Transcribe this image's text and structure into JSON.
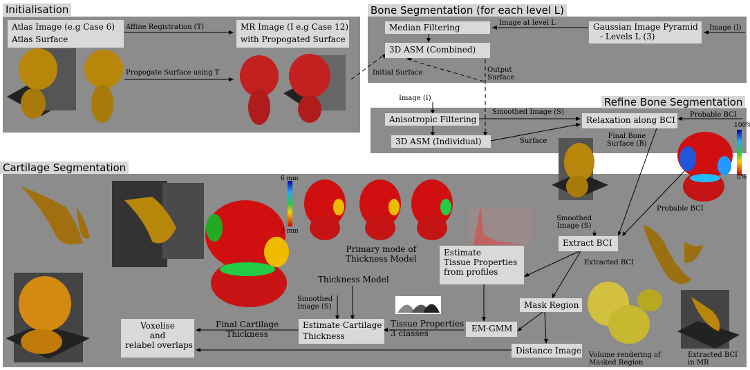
{
  "headers": {
    "initialisation": "Initialisation",
    "bone_segmentation": "Bone Segmentation (for each level L)",
    "refine_bone": "Refine Bone Segmentation",
    "cartilage_segmentation": "Cartilage Segmentation"
  },
  "boxes": {
    "atlas": [
      "Atlas Image (e.g Case 6)",
      "Atlas Surface"
    ],
    "mr_image": [
      "MR Image (I e.g Case 12)",
      "with Propogated Surface"
    ],
    "median_filtering": "Median Filtering",
    "gaussian_pyramid": [
      "Gaussian Image Pyramid",
      " - Levels L (3)"
    ],
    "asm_combined": "3D ASM (Combined)",
    "anisotropic_filtering": "Anisotropic Filtering",
    "asm_individual": "3D ASM (Individual)",
    "relaxation_bci": "Relaxation along BCI",
    "extract_bci": "Extract BCI",
    "estimate_tissue": [
      "Estimate",
      "Tissue Properties",
      "from profiles"
    ],
    "mask_region": "Mask Region",
    "em_gmm": "EM-GMM",
    "distance_image": "Distance Image",
    "estimate_cartilage": [
      "Estimate Cartilage",
      "Thickness"
    ],
    "voxelise": [
      "Voxelise",
      "and",
      "relabel overlaps"
    ]
  },
  "labels": {
    "affine_registration": "Affine Registration (T)",
    "propogate_surface": "Propogate Surface using T",
    "image_at_level": "Image at level L",
    "image_i_top": "Image (I)",
    "initial_surface": "Initial Surface",
    "output_surface": [
      "Output",
      "Surface"
    ],
    "image_i_mid": "Image (I)",
    "smoothed_image_top": "Smoothed Image (S)",
    "probable_bci_top": "Probable BCI",
    "surface": "Surface",
    "final_bone_surface": [
      "Final Bone",
      "Surface (B)"
    ],
    "scale_100": "100%",
    "scale_0": "0%",
    "probable_bci_mid": "Probable BCI",
    "smoothed_image_mid": [
      "Smoothed",
      "Image (S)"
    ],
    "extracted_bci": "Extracted BCI",
    "scale_6mm": "6 mm",
    "scale_0mm": "0 mm",
    "primary_mode": [
      "Primary mode of",
      "Thickness Model"
    ],
    "thickness_model": "Thickness Model",
    "smoothed_image_low": [
      "Smoothed",
      "Image (S)"
    ],
    "tissue_properties": [
      "Tissue Properties",
      "3 classes"
    ],
    "final_cartilage": [
      "Final Cartilage",
      "Thickness"
    ],
    "volume_rendering": [
      "Volume rendering of",
      "Masked Region"
    ],
    "extracted_bci_mr": [
      "Extracted BCI",
      "in MR"
    ]
  },
  "colors": {
    "panel": "#8c8c8c",
    "box": "#d9d9d9",
    "header": "#d6d6d6",
    "bone": "#b8860b",
    "mesh": "#cc2020"
  }
}
